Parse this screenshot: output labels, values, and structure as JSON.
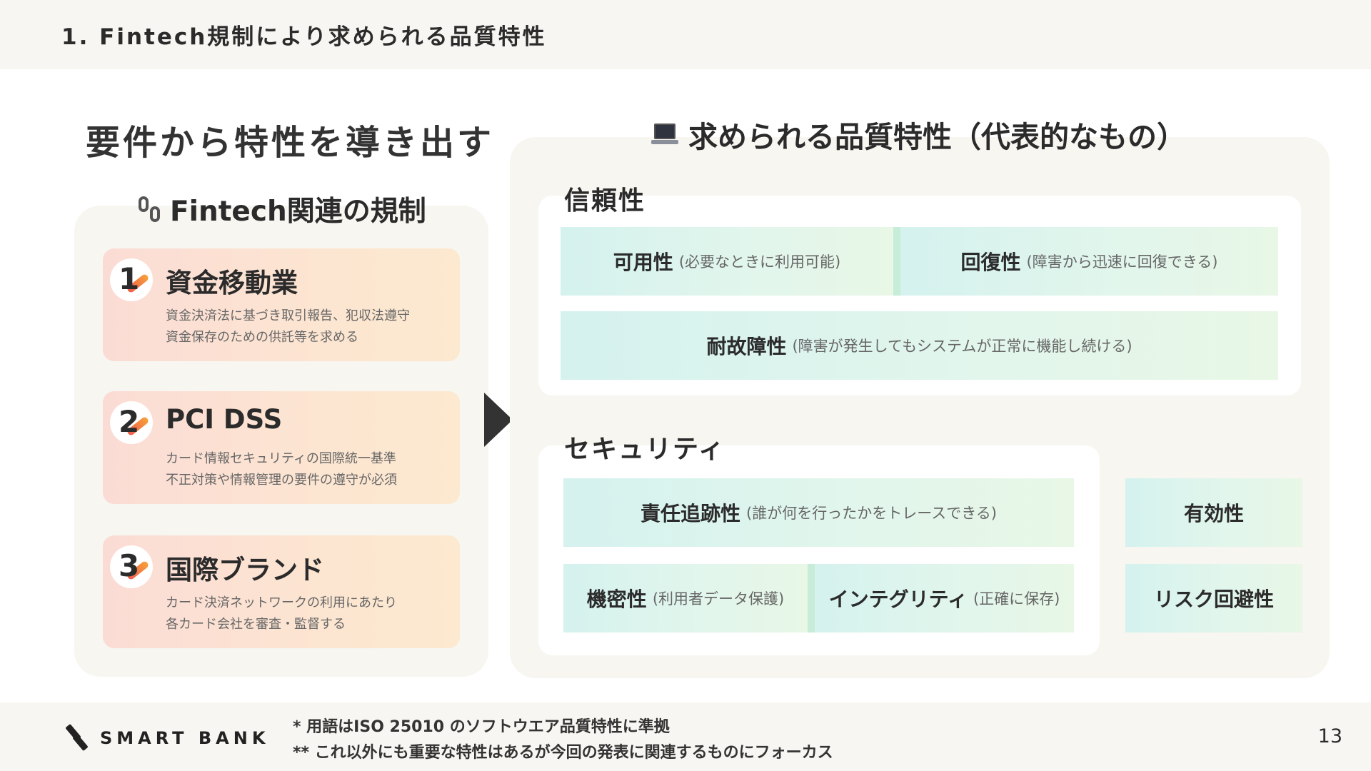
{
  "header": {
    "title": "1. Fintech規制により求められる品質特性"
  },
  "section": {
    "heading": "要件から特性を導き出す"
  },
  "regulations": {
    "heading": "Fintech関連の規制",
    "icon": "link-icon",
    "items": [
      {
        "number": "1",
        "title": "資金移動業",
        "desc_line1": "資金決済法に基づき取引報告、犯収法遵守",
        "desc_line2": "資金保存のための供託等を求める"
      },
      {
        "number": "2",
        "title": "PCI DSS",
        "desc_line1": "カード情報セキュリティの国際統一基準",
        "desc_line2": "不正対策や情報管理の要件の遵守が必須"
      },
      {
        "number": "3",
        "title": "国際ブランド",
        "desc_line1": "カード決済ネットワークの利用にあたり",
        "desc_line2": "各カード会社を審査・監督する"
      }
    ]
  },
  "qualities": {
    "heading": "求められる品質特性（代表的なもの）",
    "icon": "laptop-icon",
    "reliability": {
      "label": "信頼性",
      "availability": {
        "name": "可用性",
        "note": "(必要なときに利用可能)"
      },
      "recoverability": {
        "name": "回復性",
        "note": "(障害から迅速に回復できる)"
      },
      "fault_tolerance": {
        "name": "耐故障性",
        "note": "(障害が発生してもシステムが正常に機能し続ける)"
      }
    },
    "security": {
      "label": "セキュリティ",
      "accountability": {
        "name": "責任追跡性",
        "note": "(誰が何を行ったかをトレースできる)"
      },
      "confidentiality": {
        "name": "機密性",
        "note": "(利用者データ保護)"
      },
      "integrity": {
        "name": "インテグリティ",
        "note": "(正確に保存)"
      }
    },
    "effectiveness": {
      "name": "有効性"
    },
    "risk_avoidance": {
      "name": "リスク回避性"
    }
  },
  "footer": {
    "logo_text": "SMART BANK",
    "note1": "* 用語はISO 25010 のソフトウエア品質特性に準拠",
    "note2": "** これ以外にも重要な特性はあるが今回の発表に関連するものにフォーカス",
    "page": "13"
  },
  "colors": {
    "card_pink": "#fbdcd5",
    "card_peach": "#fce9cf",
    "attr_mint": "#d5f2ee",
    "attr_green": "#e8f7e6",
    "panel_bg": "#f7f6f1",
    "accent_red": "#f05a4b",
    "accent_orange": "#f6a13a"
  }
}
